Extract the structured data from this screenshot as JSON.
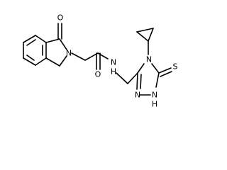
{
  "structure": {
    "atoms": {
      "O_lactam": "O",
      "N_isoindolinone": "N",
      "O_amide": "O",
      "N_amide": "N",
      "H_amide": "H",
      "N_triazole_4": "N",
      "S_thione": "S",
      "N_triazole_NH": "N",
      "H_triazole_NH": "H",
      "N_triazole_2": "N"
    }
  }
}
